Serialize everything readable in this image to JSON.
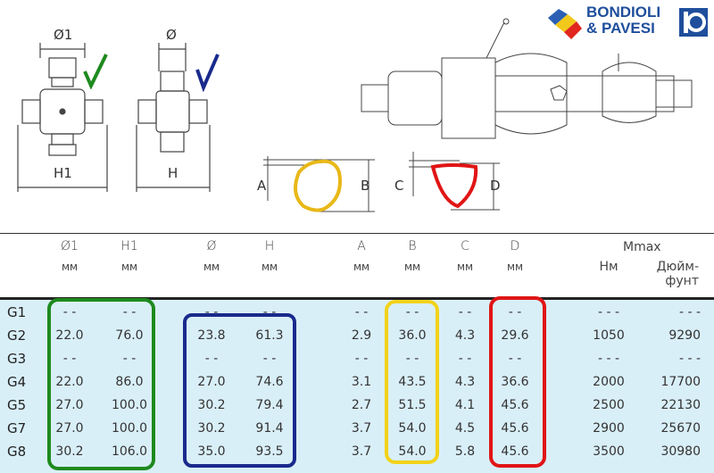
{
  "logo": {
    "line1": "BONDIOLI",
    "line2": "& PAVESI"
  },
  "drawings": {
    "cross1": {
      "diameter": "Ø1",
      "height": "H1"
    },
    "cross2": {
      "diameter": "Ø",
      "height": "H"
    },
    "profile_yellow": {
      "a": "A",
      "b": "B"
    },
    "profile_red": {
      "c": "C",
      "d": "D"
    }
  },
  "headers": [
    {
      "label": "Ø1",
      "unit": "мм"
    },
    {
      "label": "H1",
      "unit": "мм"
    },
    {
      "label": "Ø",
      "unit": "мм"
    },
    {
      "label": "H",
      "unit": "мм"
    },
    {
      "label": "A",
      "unit": "мм"
    },
    {
      "label": "B",
      "unit": "мм"
    },
    {
      "label": "C",
      "unit": "мм"
    },
    {
      "label": "D",
      "unit": "мм"
    },
    {
      "label": "",
      "unit": "Нм"
    },
    {
      "label": "",
      "unit": "Дюйм-фунт"
    }
  ],
  "mmax_label": "Mmax",
  "rows": [
    {
      "name": "G1",
      "values": [
        "- -",
        "- -",
        "- -",
        "- -",
        "- -",
        "- -",
        "- -",
        "- -",
        "- - -",
        "- - -"
      ]
    },
    {
      "name": "G2",
      "values": [
        "22.0",
        "76.0",
        "23.8",
        "61.3",
        "2.9",
        "36.0",
        "4.3",
        "29.6",
        "1050",
        "9290"
      ]
    },
    {
      "name": "G3",
      "values": [
        "- -",
        "- -",
        "- -",
        "- -",
        "- -",
        "- -",
        "- -",
        "- -",
        "- - -",
        "- - -"
      ]
    },
    {
      "name": "G4",
      "values": [
        "22.0",
        "86.0",
        "27.0",
        "74.6",
        "3.1",
        "43.5",
        "4.3",
        "36.6",
        "2000",
        "17700"
      ]
    },
    {
      "name": "G5",
      "values": [
        "27.0",
        "100.0",
        "30.2",
        "79.4",
        "2.7",
        "51.5",
        "4.1",
        "45.6",
        "2500",
        "22130"
      ]
    },
    {
      "name": "G7",
      "values": [
        "27.0",
        "100.0",
        "30.2",
        "91.4",
        "3.7",
        "54.0",
        "4.5",
        "45.6",
        "2900",
        "25670"
      ]
    },
    {
      "name": "G8",
      "values": [
        "30.2",
        "106.0",
        "35.0",
        "93.5",
        "3.7",
        "54.0",
        "5.8",
        "45.6",
        "3500",
        "30980"
      ]
    }
  ],
  "colors": {
    "green": "#1e8a1e",
    "blue": "#1a2a8c",
    "yellow": "#f2d21a",
    "red": "#e01515",
    "table_bg": "#d9eff8",
    "brand": "#1f4e9c"
  }
}
